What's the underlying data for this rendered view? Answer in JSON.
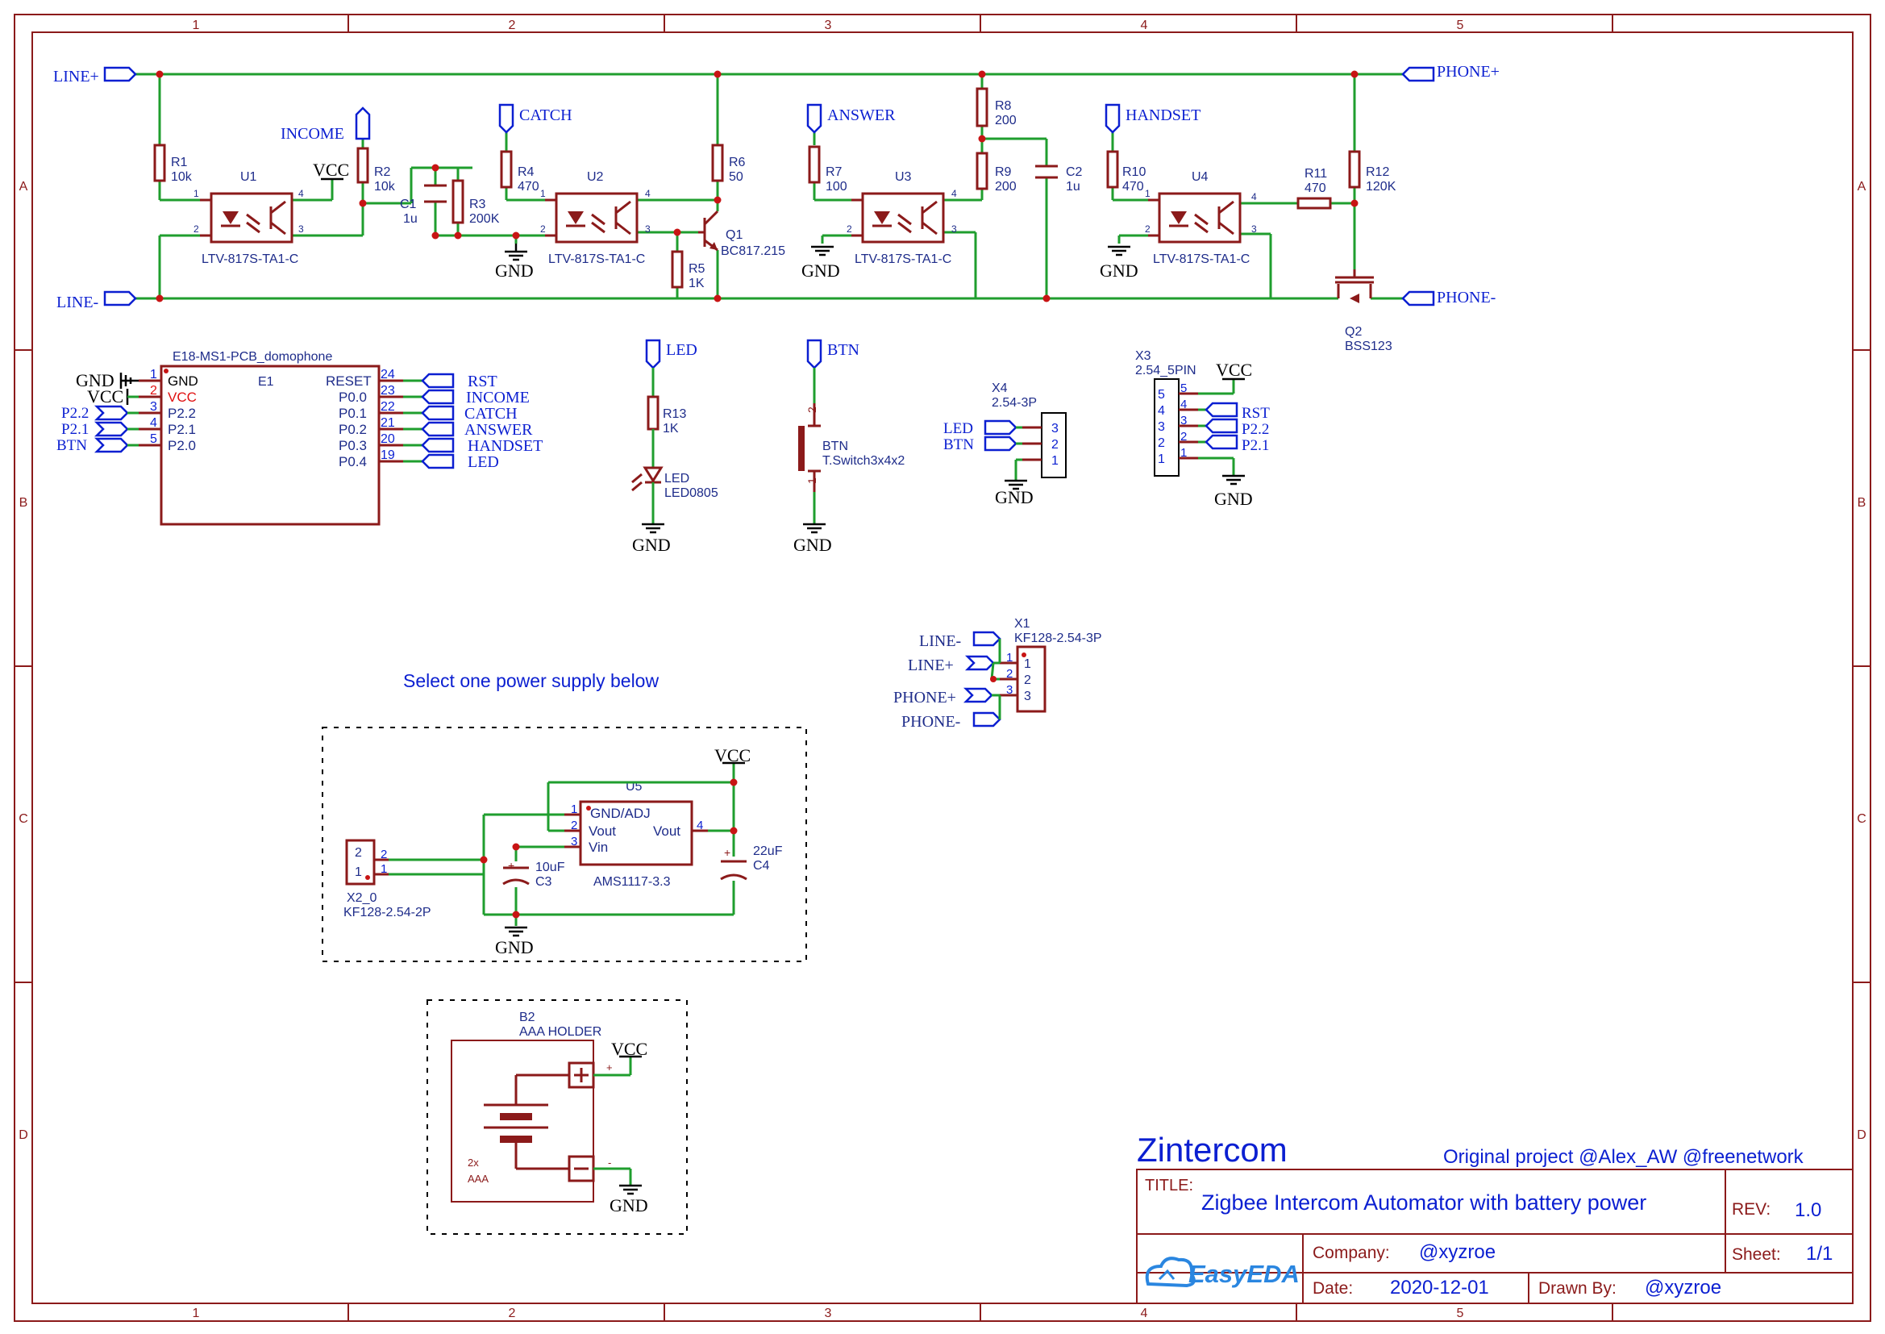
{
  "frame": {
    "columns": [
      "1",
      "2",
      "3",
      "4",
      "5"
    ],
    "rows": [
      "A",
      "B",
      "C",
      "D"
    ]
  },
  "nets": {
    "line_plus": "LINE+",
    "line_minus": "LINE-",
    "phone_plus": "PHONE+",
    "phone_minus": "PHONE-",
    "income": "INCOME",
    "catch": "CATCH",
    "answer": "ANSWER",
    "handset": "HANDSET",
    "led": "LED",
    "btn": "BTN",
    "rst": "RST",
    "vcc": "VCC",
    "gnd": "GND",
    "p22": "P2.2",
    "p21": "P2.1"
  },
  "components": {
    "r1": {
      "ref": "R1",
      "val": "10k"
    },
    "r2": {
      "ref": "R2",
      "val": "10k"
    },
    "r3": {
      "ref": "R3",
      "val": "200K"
    },
    "r4": {
      "ref": "R4",
      "val": "470"
    },
    "r5": {
      "ref": "R5",
      "val": "1K"
    },
    "r6": {
      "ref": "R6",
      "val": "50"
    },
    "r7": {
      "ref": "R7",
      "val": "100"
    },
    "r8": {
      "ref": "R8",
      "val": "200"
    },
    "r9": {
      "ref": "R9",
      "val": "200"
    },
    "r10": {
      "ref": "R10",
      "val": "470"
    },
    "r11": {
      "ref": "R11",
      "val": "470"
    },
    "r12": {
      "ref": "R12",
      "val": "120K"
    },
    "r13": {
      "ref": "R13",
      "val": "1K"
    },
    "c1": {
      "ref": "C1",
      "val": "1u"
    },
    "c2": {
      "ref": "C2",
      "val": "1u"
    },
    "c3": {
      "ref": "C3",
      "val": "10uF"
    },
    "c4": {
      "ref": "C4",
      "val": "22uF"
    },
    "u1": {
      "ref": "U1",
      "val": "LTV-817S-TA1-C"
    },
    "u2": {
      "ref": "U2",
      "val": "LTV-817S-TA1-C"
    },
    "u3": {
      "ref": "U3",
      "val": "LTV-817S-TA1-C"
    },
    "u4": {
      "ref": "U4",
      "val": "LTV-817S-TA1-C"
    },
    "u5": {
      "ref": "U5",
      "val": "AMS1117-3.3",
      "pin1": "GND/ADJ",
      "pin2": "Vout",
      "pin3": "Vin",
      "pin4": "Vout"
    },
    "q1": {
      "ref": "Q1",
      "val": "BC817.215"
    },
    "q2": {
      "ref": "Q2",
      "val": "BSS123"
    },
    "led": {
      "ref": "LED",
      "val": "LED0805"
    },
    "btn": {
      "ref": "BTN",
      "val": "T.Switch3x4x2"
    },
    "x1": {
      "ref": "X1",
      "val": "KF128-2.54-3P"
    },
    "x2": {
      "ref": "X2_0",
      "val": "KF128-2.54-2P"
    },
    "x3": {
      "ref": "X3",
      "val": "2.54_5PIN"
    },
    "x4": {
      "ref": "X4",
      "val": "2.54-3P"
    },
    "b2": {
      "ref": "B2",
      "val": "AAA HOLDER",
      "count": "2x",
      "type": "AAA"
    },
    "e1": {
      "ref": "E1",
      "val": "E18-MS1-PCB_domophone",
      "left_pins": [
        {
          "num": "1",
          "name": "GND"
        },
        {
          "num": "2",
          "name": "VCC"
        },
        {
          "num": "3",
          "name": "P2.2"
        },
        {
          "num": "4",
          "name": "P2.1"
        },
        {
          "num": "5",
          "name": "P2.0"
        }
      ],
      "right_pins": [
        {
          "num": "24",
          "name": "RESET"
        },
        {
          "num": "23",
          "name": "P0.0"
        },
        {
          "num": "22",
          "name": "P0.1"
        },
        {
          "num": "21",
          "name": "P0.2"
        },
        {
          "num": "20",
          "name": "P0.3"
        },
        {
          "num": "19",
          "name": "P0.4"
        }
      ]
    }
  },
  "notes": {
    "power_select": "Select one power supply below"
  },
  "title_block": {
    "project": "Zintercom",
    "original": "Original project @Alex_AW @freenetwork",
    "title_label": "TITLE:",
    "title": "Zigbee Intercom Automator with battery power",
    "rev_label": "REV:",
    "rev": "1.0",
    "company_label": "Company:",
    "company": "@xyzroe",
    "sheet_label": "Sheet:",
    "sheet": "1/1",
    "date_label": "Date:",
    "date": "2020-12-01",
    "drawn_label": "Drawn By:",
    "drawn": "@xyzroe",
    "logo": "EasyEDA",
    "logo_icon": "cloud-icon"
  }
}
